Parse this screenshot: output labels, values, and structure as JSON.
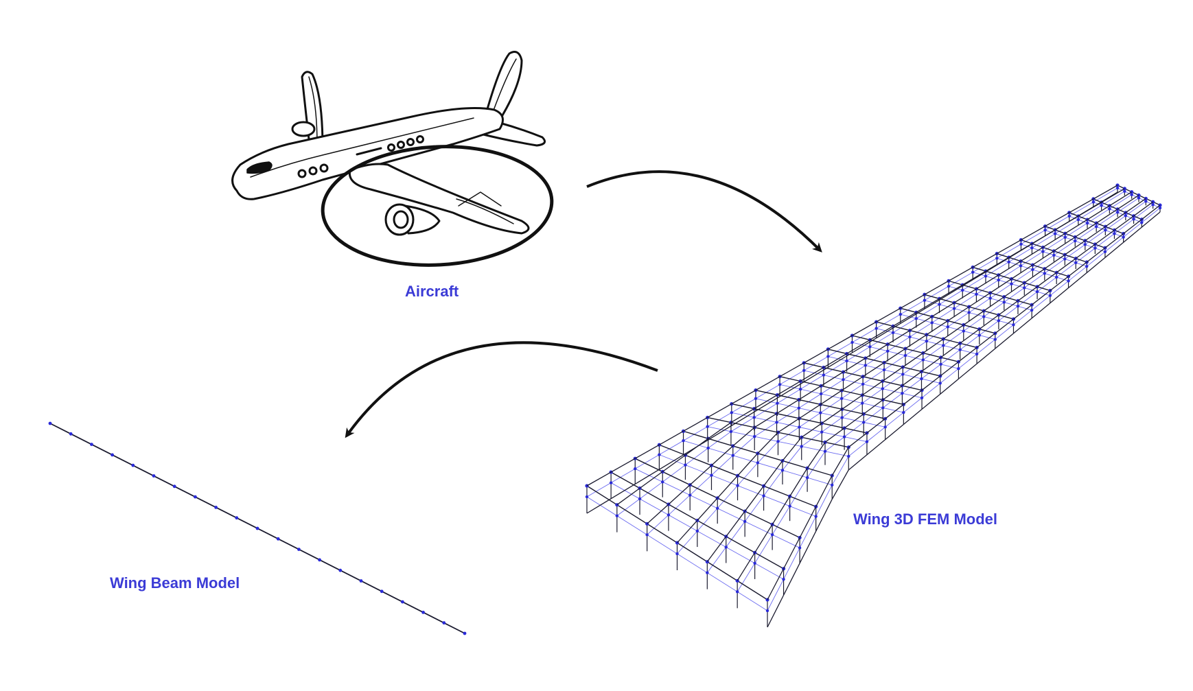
{
  "labels": {
    "aircraft": "Aircraft",
    "wing_fem": "Wing 3D FEM Model",
    "wing_beam": "Wing Beam Model"
  },
  "colors": {
    "label": "#3b3bd6",
    "ink": "#111111",
    "mesh_dark": "#1a1a2e",
    "mesh_light": "#6a6af0",
    "node": "#2a2ad8"
  },
  "icons": {
    "aircraft": "airplane-sketch-icon",
    "highlight": "wing-highlight-ellipse"
  }
}
